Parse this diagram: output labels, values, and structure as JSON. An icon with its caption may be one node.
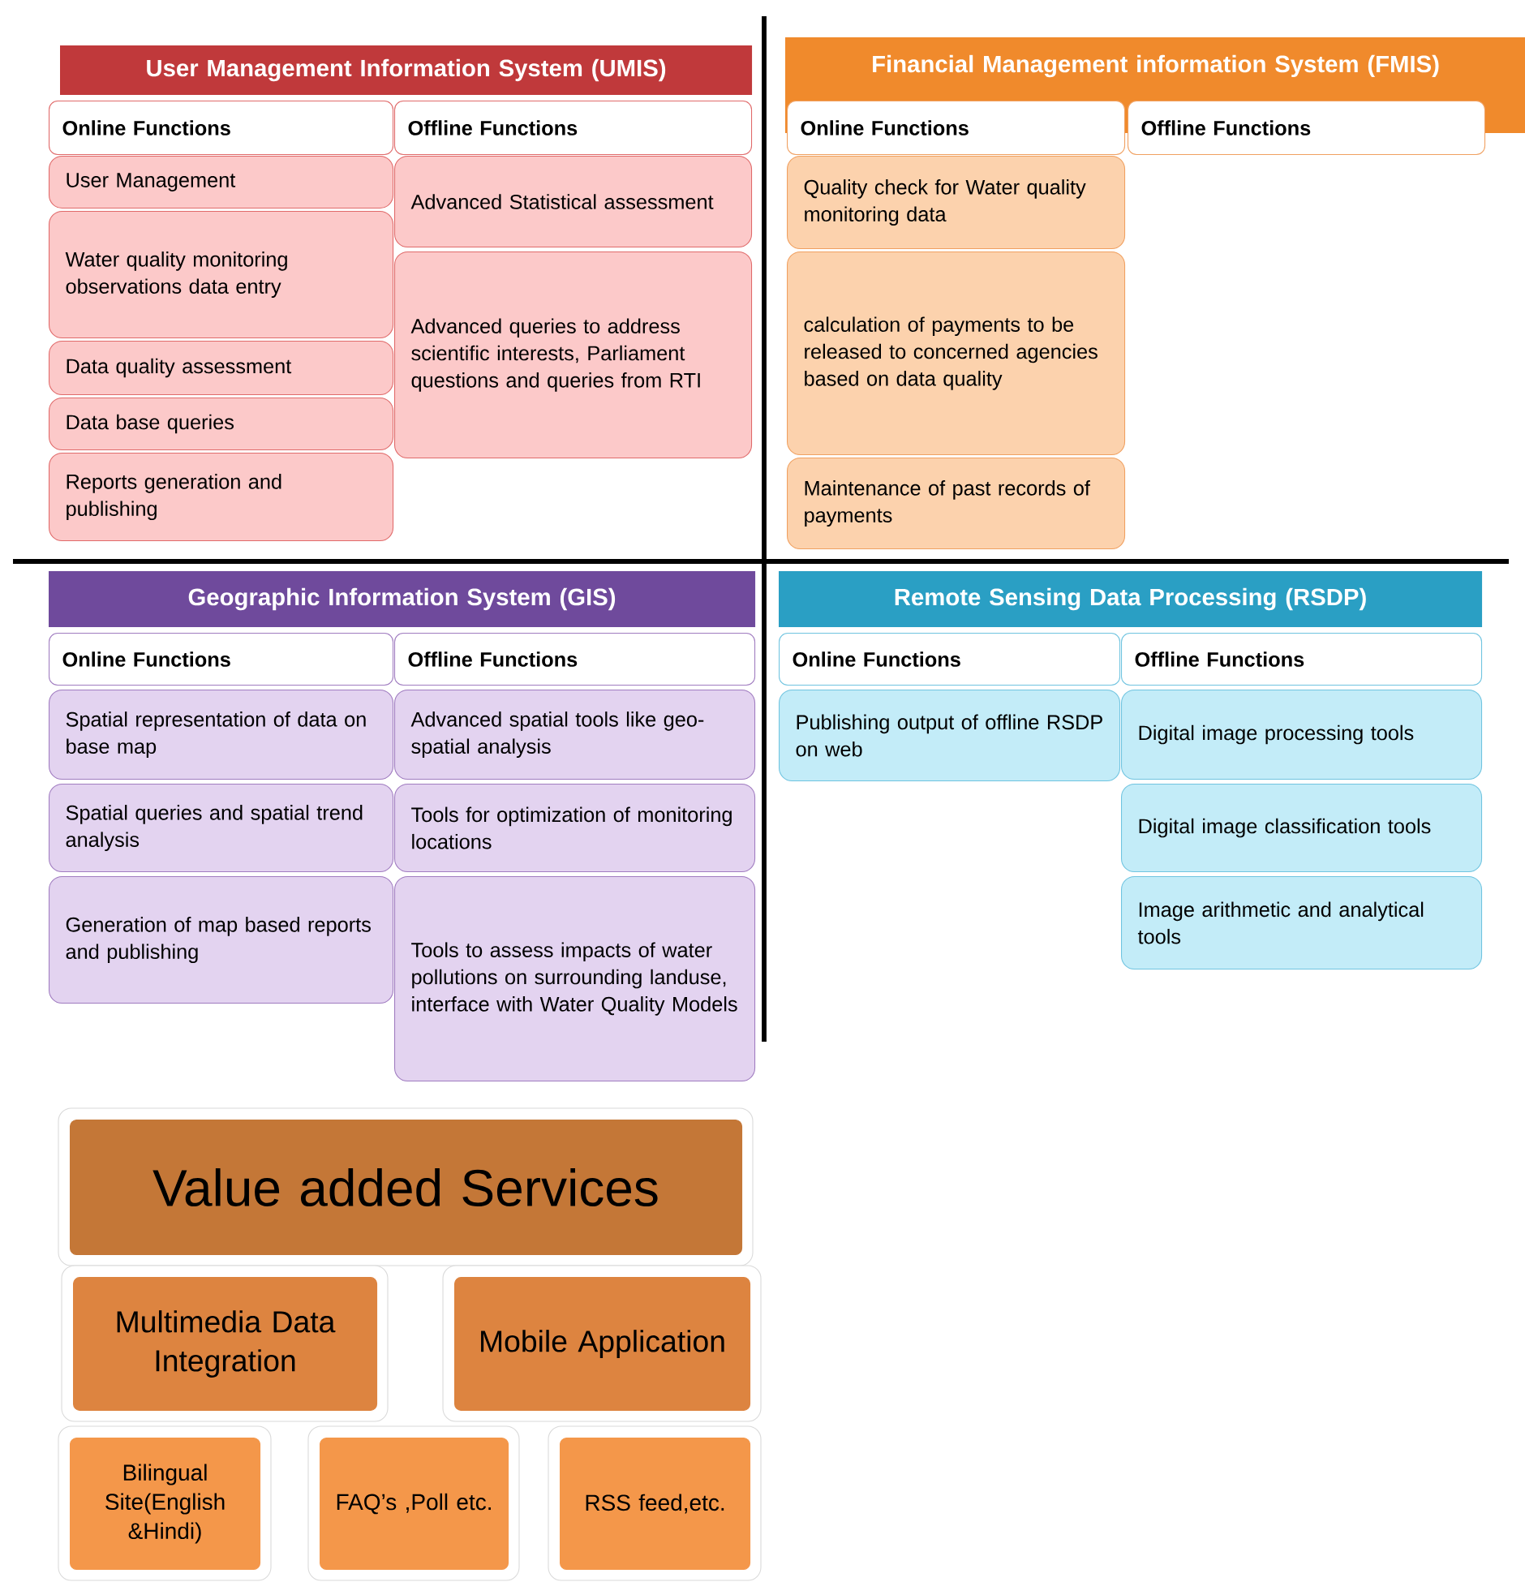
{
  "diagram": {
    "nodes": [
      {
        "text": [
          "User Management Information System (UMIS)"
        ]
      },
      {
        "text": [
          "Online Functions"
        ]
      },
      {
        "text": [
          "Offline Functions"
        ]
      },
      {
        "text": [
          "User Management"
        ]
      },
      {
        "text": [
          "Water quality monitoring observations data entry"
        ]
      },
      {
        "text": [
          "Data quality assessment"
        ]
      },
      {
        "text": [
          "Data base queries"
        ]
      },
      {
        "text": [
          "Reports generation and publishing"
        ]
      },
      {
        "text": [
          "Advanced Statistical assessment"
        ]
      },
      {
        "text": [
          "Advanced queries to address scientific interests, Parliament questions and queries from RTI"
        ]
      },
      {
        "text": [
          "Financial Management information System (FMIS)"
        ]
      },
      {
        "text": [
          "Online Functions"
        ]
      },
      {
        "text": [
          "Offline Functions"
        ]
      },
      {
        "text": [
          "Quality check for Water quality monitoring data"
        ]
      },
      {
        "text": [
          "calculation of payments to be released to concerned agencies based on data quality"
        ]
      },
      {
        "text": [
          "Maintenance of past records of payments"
        ]
      },
      {
        "text": [
          "Geographic Information System (GIS)"
        ]
      },
      {
        "text": [
          "Online Functions"
        ]
      },
      {
        "text": [
          "Offline Functions"
        ]
      },
      {
        "text": [
          "Spatial representation of data on base map"
        ]
      },
      {
        "text": [
          "Spatial queries and spatial trend analysis"
        ]
      },
      {
        "text": [
          "Generation of map based reports and publishing"
        ]
      },
      {
        "text": [
          "Advanced spatial tools like geo-spatial analysis"
        ]
      },
      {
        "text": [
          "Tools for optimization of monitoring locations"
        ]
      },
      {
        "text": [
          "Tools to assess impacts of water pollutions on surrounding landuse, interface with Water Quality Models"
        ]
      },
      {
        "text": [
          "Remote Sensing Data Processing (RSDP)"
        ]
      },
      {
        "text": [
          "Online Functions"
        ]
      },
      {
        "text": [
          "Offline Functions"
        ]
      },
      {
        "text": [
          "Publishing output of offline RSDP on web"
        ]
      },
      {
        "text": [
          "Digital image processing tools"
        ]
      },
      {
        "text": [
          "Digital image classification tools"
        ]
      },
      {
        "text": [
          "Image arithmetic and analytical tools"
        ]
      },
      {
        "text": [
          "Value added Services"
        ]
      },
      {
        "text": [
          "Multimedia Data Integration"
        ]
      },
      {
        "text": [
          "Mobile Application"
        ]
      },
      {
        "text": [
          "Bilingual Site(English &Hindi)"
        ]
      },
      {
        "text": [
          "FAQ’s ,Poll etc."
        ]
      },
      {
        "text": [
          "RSS feed,etc."
        ]
      }
    ]
  }
}
